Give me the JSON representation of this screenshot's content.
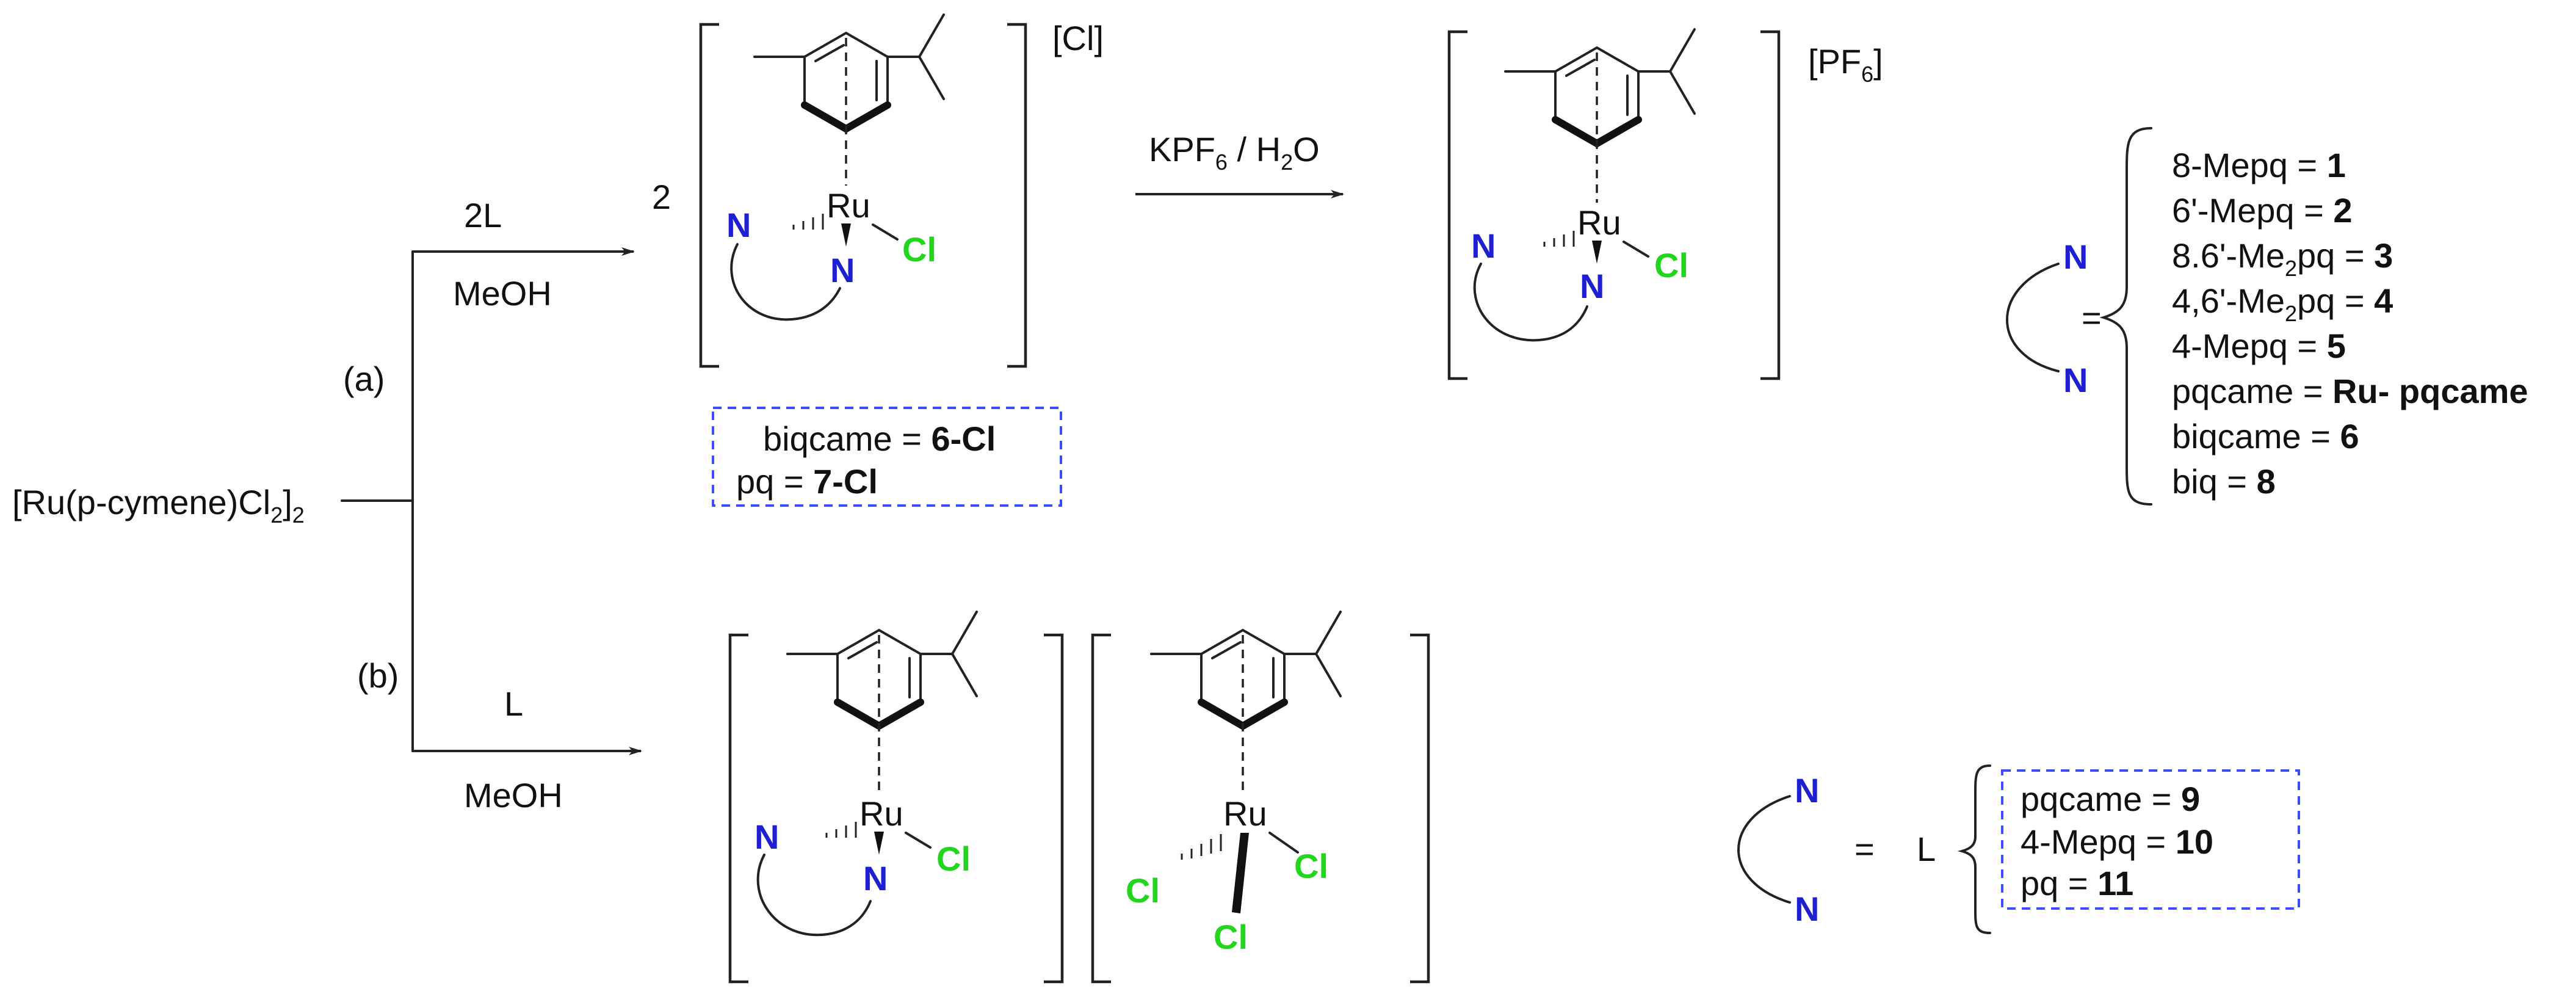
{
  "reactant": {
    "main": "[Ru(p-cymene)Cl",
    "sub": "2",
    "close": "]",
    "sub2": "2"
  },
  "route_a": {
    "label": "(a)",
    "reagent_top": "2L",
    "reagent_bottom": "MeOH",
    "stoich": "2",
    "counterion": "[Cl]",
    "box_lines": [
      {
        "text": "biqcame = ",
        "bold": "6-Cl"
      },
      {
        "text": "pq = ",
        "bold": "7-Cl"
      }
    ]
  },
  "exchange": {
    "k": "KPF",
    "k_sub": "6",
    "sep": " / H",
    "h_sub": "2",
    "o": "O",
    "counterion_open": "[PF",
    "counterion_sub": "6",
    "counterion_close": "]"
  },
  "route_b": {
    "label": "(b)",
    "reagent_top": "L",
    "reagent_bottom": "MeOH"
  },
  "atoms": {
    "N": "N",
    "Ru": "Ru",
    "Cl": "Cl"
  },
  "ligand_list_a": {
    "equals": "=",
    "items": [
      {
        "text": "8-Mepq = ",
        "bold": "1"
      },
      {
        "text": "6'-Mepq = ",
        "bold": "2"
      },
      {
        "pre": "8.6'-Me",
        "sub": "2",
        "text": "pq = ",
        "bold": "3"
      },
      {
        "pre": "4,6'-Me",
        "sub": "2",
        "text": "pq = ",
        "bold": "4"
      },
      {
        "text": "4-Mepq = ",
        "bold": "5"
      },
      {
        "text": "pqcame  = ",
        "bold": "Ru- pqcame"
      },
      {
        "text": " biqcame = ",
        "bold": "6"
      },
      {
        "text": " biq = ",
        "bold": "8"
      }
    ]
  },
  "ligand_list_b": {
    "equals": "=",
    "L": "L",
    "items": [
      {
        "text": "pqcame = ",
        "bold": "9"
      },
      {
        "text": "4-Mepq = ",
        "bold": "10"
      },
      {
        "text": "pq = ",
        "bold": "11"
      }
    ]
  },
  "colors": {
    "nitrogen": "#1f1fd2",
    "chlorine": "#22d61c",
    "box": "#3a4dff"
  }
}
